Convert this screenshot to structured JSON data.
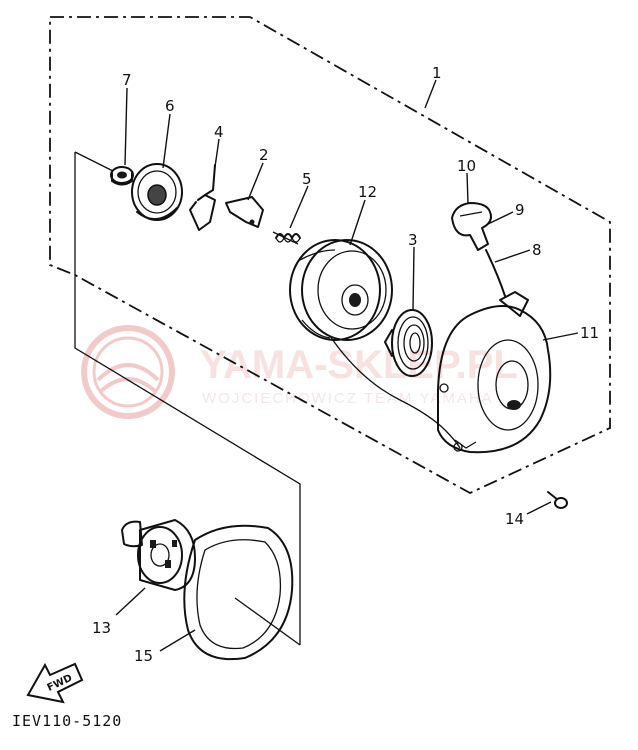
{
  "watermark": {
    "brand": "YAMA-SKLEP.PL",
    "sub": "WOJCIECHOWICZ TEAM YAMAHA",
    "color": "#e8a0a0"
  },
  "diagram_code": "IEV110-5120",
  "fwd_label": "FWD",
  "parts": [
    {
      "id": "p1",
      "number": "1"
    },
    {
      "id": "p2",
      "number": "2"
    },
    {
      "id": "p3",
      "number": "3"
    },
    {
      "id": "p4",
      "number": "4"
    },
    {
      "id": "p5",
      "number": "5"
    },
    {
      "id": "p6",
      "number": "6"
    },
    {
      "id": "p7",
      "number": "7"
    },
    {
      "id": "p8",
      "number": "8"
    },
    {
      "id": "p9",
      "number": "9"
    },
    {
      "id": "p10",
      "number": "10"
    },
    {
      "id": "p11",
      "number": "11"
    },
    {
      "id": "p12",
      "number": "12"
    },
    {
      "id": "p13",
      "number": "13"
    },
    {
      "id": "p14",
      "number": "14"
    },
    {
      "id": "p15",
      "number": "15"
    }
  ]
}
